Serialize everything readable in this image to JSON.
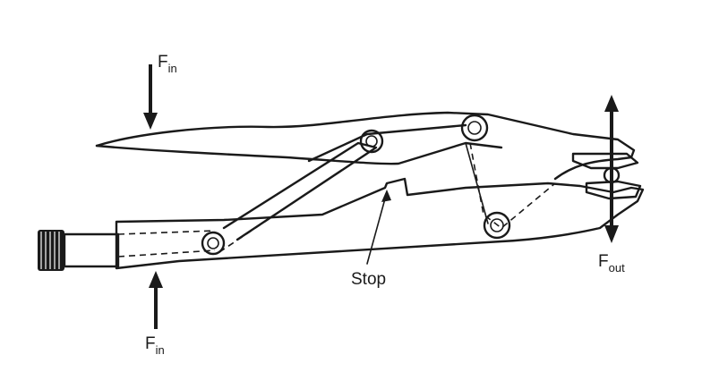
{
  "labels": {
    "force_in": "F",
    "force_in_sub": "in",
    "force_out": "F",
    "force_out_sub": "out",
    "stop": "Stop"
  },
  "colors": {
    "ink": "#1a1a1a",
    "background": "#ffffff"
  }
}
